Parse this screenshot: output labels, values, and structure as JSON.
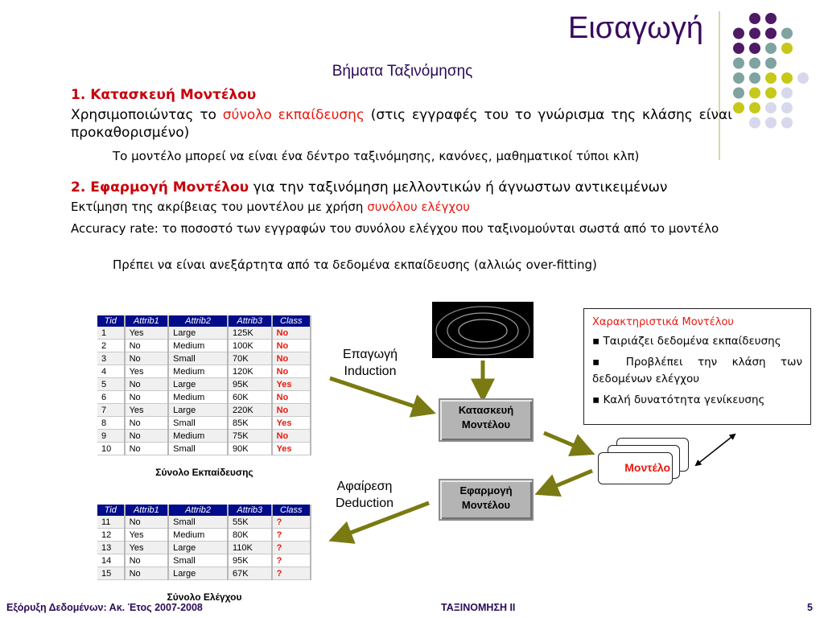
{
  "slide": {
    "title": "Εισαγωγή",
    "subtitle": "Βήματα Ταξινόμησης",
    "step1": {
      "heading": "1. Κατασκευή Μοντέλου",
      "line_pre": "Χρησιμοποιώντας το ",
      "line_red": "σύνολο εκπαίδευσης",
      "line_post": " (στις εγγραφές του το γνώρισμα της κλάσης είναι προκαθορισμένο)",
      "note": "Το μοντέλο μπορεί να είναι ένα δέντρο ταξινόμησης, κανόνες, μαθηματικοί τύποι κλπ)"
    },
    "step2": {
      "heading": "2. Εφαρμογή Μοντέλου",
      "heading_rest": " για την ταξινόμηση μελλοντικών ή άγνωστων αντικειμένων",
      "line1_pre": "Εκτίμηση της ακρίβειας του μοντέλου με χρήση ",
      "line1_red": "συνόλου ελέγχου",
      "line2": "Accuracy rate: το ποσοστό των εγγραφών του συνόλου ελέγχου που ταξινομούνται σωστά από το μοντέλο",
      "note": "Πρέπει να είναι ανεξάρτητα από τα δεδομένα εκπαίδευσης (αλλιώς over-fitting)"
    }
  },
  "training_table": {
    "headers": [
      "Tid",
      "Attrib1",
      "Attrib2",
      "Attrib3",
      "Class"
    ],
    "rows": [
      [
        "1",
        "Yes",
        "Large",
        "125K",
        "No"
      ],
      [
        "2",
        "No",
        "Medium",
        "100K",
        "No"
      ],
      [
        "3",
        "No",
        "Small",
        "70K",
        "No"
      ],
      [
        "4",
        "Yes",
        "Medium",
        "120K",
        "No"
      ],
      [
        "5",
        "No",
        "Large",
        "95K",
        "Yes"
      ],
      [
        "6",
        "No",
        "Medium",
        "60K",
        "No"
      ],
      [
        "7",
        "Yes",
        "Large",
        "220K",
        "No"
      ],
      [
        "8",
        "No",
        "Small",
        "85K",
        "Yes"
      ],
      [
        "9",
        "No",
        "Medium",
        "75K",
        "No"
      ],
      [
        "10",
        "No",
        "Small",
        "90K",
        "Yes"
      ]
    ],
    "caption": "Σύνολο Εκπαίδευσης"
  },
  "test_table": {
    "headers": [
      "Tid",
      "Attrib1",
      "Attrib2",
      "Attrib3",
      "Class"
    ],
    "rows": [
      [
        "11",
        "No",
        "Small",
        "55K",
        "?"
      ],
      [
        "12",
        "Yes",
        "Medium",
        "80K",
        "?"
      ],
      [
        "13",
        "Yes",
        "Large",
        "110K",
        "?"
      ],
      [
        "14",
        "No",
        "Small",
        "95K",
        "?"
      ],
      [
        "15",
        "No",
        "Large",
        "67K",
        "?"
      ]
    ],
    "caption": "Σύνολο Ελέγχου"
  },
  "diagram": {
    "induction_gr": "Επαγωγή",
    "induction_en": "Induction",
    "deduction_gr": "Αφαίρεση",
    "deduction_en": "Deduction",
    "build_line1": "Κατασκευή",
    "build_line2": "Μοντέλου",
    "apply_line1": "Εφαρμογή",
    "apply_line2": "Μοντέλου",
    "model_label": "Μοντέλο",
    "props_title": "Χαρακτηριστικά Μοντέλου",
    "props": [
      "Ταιριάζει δεδομένα εκπαίδευσης",
      "Προβλέπει την κλάση των δεδομένων ελέγχου",
      "Καλή δυνατότητα γενίκευσης"
    ],
    "bullet": "▪"
  },
  "footer": {
    "left": "Εξόρυξη Δεδομένων: Ακ. Έτος 2007-2008",
    "center": "ΤΑΞΙΝΟΜΗΣΗ ΙΙ",
    "page": "5"
  },
  "colors": {
    "purple": "#4e1a66",
    "teal": "#7ea3a0",
    "lime": "#c6c81a",
    "lavender": "#d8d8ec",
    "arrow": "#7a7a12"
  }
}
